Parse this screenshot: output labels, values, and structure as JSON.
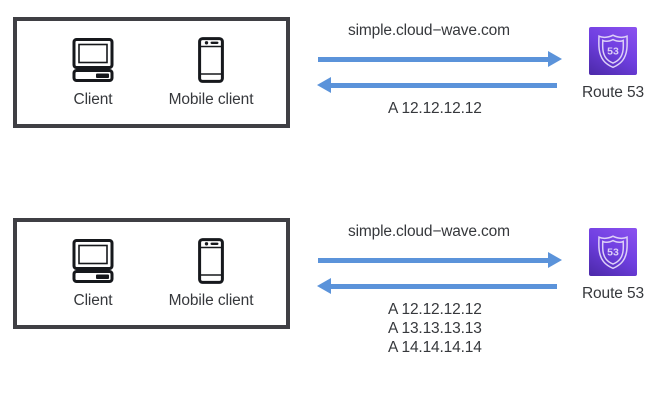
{
  "diagrams": [
    {
      "id": "single-answer",
      "client_box": {
        "devices": [
          {
            "icon": "desktop-computer-icon",
            "label": "Client"
          },
          {
            "icon": "mobile-phone-icon",
            "label": "Mobile client"
          }
        ]
      },
      "flow": {
        "request_label": "simple.cloud−wave.com",
        "response_label": "A 12.12.12.12",
        "request_direction": "right",
        "response_direction": "left",
        "arrow_color": "#5b93da"
      },
      "service": {
        "icon": "route53-shield-icon",
        "icon_text": "53",
        "label": "Route 53",
        "icon_gradient_from": "#4b29a8",
        "icon_gradient_to": "#8c52f0"
      }
    },
    {
      "id": "multi-answer",
      "client_box": {
        "devices": [
          {
            "icon": "desktop-computer-icon",
            "label": "Client"
          },
          {
            "icon": "mobile-phone-icon",
            "label": "Mobile client"
          }
        ]
      },
      "flow": {
        "request_label": "simple.cloud−wave.com",
        "response_label": "A 12.12.12.12\nA 13.13.13.13\nA 14.14.14.14",
        "request_direction": "right",
        "response_direction": "left",
        "arrow_color": "#5b93da"
      },
      "service": {
        "icon": "route53-shield-icon",
        "icon_text": "53",
        "label": "Route 53",
        "icon_gradient_from": "#4b29a8",
        "icon_gradient_to": "#8c52f0"
      }
    }
  ]
}
